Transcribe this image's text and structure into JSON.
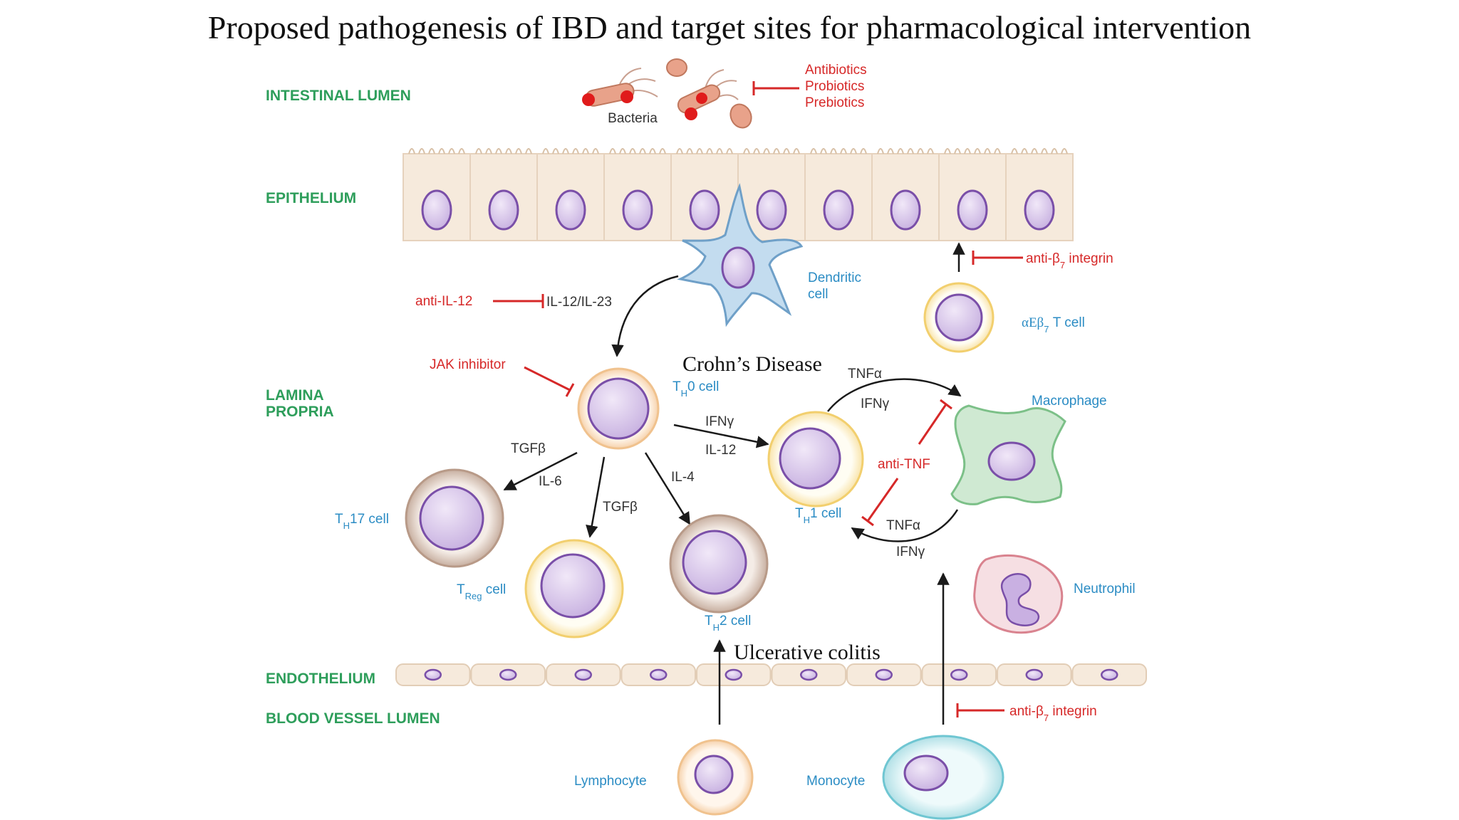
{
  "title": "Proposed pathogenesis of IBD and target sites for pharmacological intervention",
  "colors": {
    "region_label": "#2e9e5b",
    "drug": "#d62828",
    "cell_label": "#2b8cc4",
    "arrow": "#1a1a1a",
    "epithelium": "#f6eadc",
    "nucleus_fill": "#d9c8ea",
    "nucleus_stroke": "#7a4fa8"
  },
  "regions": {
    "intestinal_lumen": "INTESTINAL LUMEN",
    "epithelium": "EPITHELIUM",
    "lamina_propria": [
      "LAMINA",
      "PROPRIA"
    ],
    "endothelium": "ENDOTHELIUM",
    "blood_vessel_lumen": "BLOOD VESSEL LUMEN"
  },
  "bacteria": {
    "label": "Bacteria",
    "interventions": [
      "Antibiotics",
      "Probiotics",
      "Prebiotics"
    ]
  },
  "cells": {
    "dendritic": [
      "Dendritic",
      "cell"
    ],
    "th0": {
      "main": "T",
      "sub": "H",
      "suffix": "0 cell"
    },
    "th1": {
      "main": "T",
      "sub": "H",
      "suffix": "1 cell"
    },
    "th17": {
      "main": "T",
      "sub": "H",
      "suffix": "17 cell"
    },
    "treg": {
      "main": "T",
      "sub": "Reg",
      "suffix": " cell"
    },
    "th2": {
      "main": "T",
      "sub": "H",
      "suffix": "2 cell"
    },
    "aeb7": {
      "prefix": "αEβ",
      "sub": "7",
      "suffix": " T cell"
    },
    "macrophage": "Macrophage",
    "neutrophil": "Neutrophil",
    "lymphocyte": "Lymphocyte",
    "monocyte": "Monocyte"
  },
  "drugs": {
    "anti_il12": "anti-IL-12",
    "jak": "JAK inhibitor",
    "anti_tnf": "anti-TNF",
    "anti_b7_top": {
      "prefix": "anti-β",
      "sub": "7",
      "suffix": " integrin"
    },
    "anti_b7_bottom": {
      "prefix": "anti-β",
      "sub": "7",
      "suffix": " integrin"
    }
  },
  "cytokines": {
    "il12_il23": "IL-12/IL-23",
    "ifng_1": "IFNγ",
    "il12": "IL-12",
    "tgfb_1": "TGFβ",
    "il6": "IL-6",
    "tgfb_2": "TGFβ",
    "il4": "IL-4",
    "tnfa_top": "TNFα",
    "ifng_top": "IFNγ",
    "tnfa_bottom": "TNFα",
    "ifng_bottom": "IFNγ"
  },
  "annotations": {
    "crohns": "Crohn’s Disease",
    "uc": "Ulcerative colitis"
  }
}
